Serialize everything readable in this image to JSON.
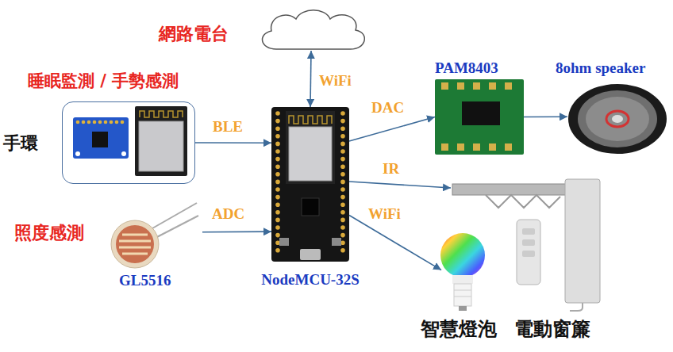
{
  "diagram": {
    "nodes": [
      {
        "text": [
          "網路電台"
        ]
      },
      {
        "text": [
          "睡眠監測 / 手勢感測",
          "手環"
        ]
      },
      {
        "text": [
          "照度感測",
          "GL5516"
        ]
      },
      {
        "text": [
          "NodeMCU-32S"
        ]
      },
      {
        "text": [
          "PAM8403"
        ]
      },
      {
        "text": [
          "8ohm speaker"
        ]
      },
      {
        "text": [
          "智慧燈泡"
        ]
      },
      {
        "text": [
          "電動窗簾"
        ]
      }
    ],
    "edges": [
      {
        "from": 0,
        "to": 3,
        "label": "WiFi",
        "arrow": "both"
      },
      {
        "from": 1,
        "to": 3,
        "label": "BLE",
        "arrow": "to"
      },
      {
        "from": 2,
        "to": 3,
        "label": "ADC",
        "arrow": "to"
      },
      {
        "from": 3,
        "to": 4,
        "label": "DAC",
        "arrow": "to"
      },
      {
        "from": 4,
        "to": 5,
        "arrow": "to"
      },
      {
        "from": 3,
        "to": 7,
        "label": "IR",
        "arrow": "to"
      },
      {
        "from": 3,
        "to": 6,
        "label": "WiFi",
        "arrow": "to"
      }
    ]
  }
}
